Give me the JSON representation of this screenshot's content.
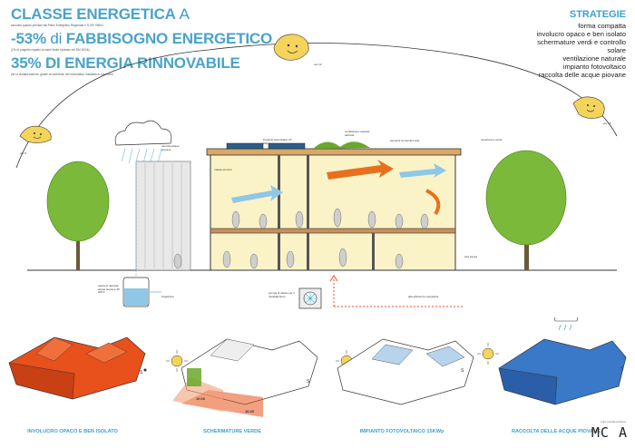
{
  "header": {
    "line1_bold": "CLASSE ENERGETICA",
    "line1_letter": "A",
    "line1_sub": "secondo quanto previsto dal Piano Energetico Regionale e D.GR 788/11",
    "line2_pct": "-53%",
    "line2_di": "di",
    "line2_rest": "FABBISOGNO ENERGETICO",
    "line2_sub": "(2% di progetto rispetto ai valori limite riportato nel DM 26/06)",
    "line3_pct": "35%",
    "line3_rest": "DI ENERGIA RINNOVABILE",
    "line3_sub": "per la climatizzazione, grazie al contributo dei fotovoltaico installato in copertura"
  },
  "strategies": {
    "title": "STRATEGIE",
    "items": [
      "forma compatta",
      "involucro opaco e ben isolato",
      "schermature verdi e controllo",
      "solare",
      "ventilazione naturale",
      "impianto fotovoltaico",
      "raccolta delle acque piovane"
    ]
  },
  "sun_labels": {
    "left": "ore 8",
    "mid": "ore 12",
    "right": "ore 16"
  },
  "section_labels": {
    "pannelli": "impianto fotovoltaico 15 kWp",
    "ventilazione": "ventilazione naturale dell'aria",
    "scambio": "elementi di scambio aria",
    "tetto_verde": "copertura a verde",
    "acque": "raccolta acque piovane",
    "cisterna": "vasca di raccolta acque piovane 30 000 lt",
    "irrigazione": "irrigazione",
    "pompa": "pompa di calore per il riscaldamento",
    "alta_efficienza": "alta efficienza energetica",
    "massa": "massa termica",
    "aria_fresca": "aria fresca"
  },
  "captions": [
    "INVOLUCRO OPACO E BEN ISOLATO",
    "SCHERMATURE VERDE",
    "IMPIANTO FOTOVOLTAICO 15KWp",
    "RACCOLTA DELLE ACQUE PIOVANE"
  ],
  "times": {
    "t1": "10.00",
    "t2": "16.00"
  },
  "compass": "S",
  "logo": {
    "mark": "MC A",
    "small": "mario cucinella architects"
  },
  "colors": {
    "blue": "#3aa0cf",
    "orange": "#e8501c",
    "green": "#6aa82a",
    "yellow": "#f4d45a",
    "roof_blue": "#3a78c8"
  }
}
